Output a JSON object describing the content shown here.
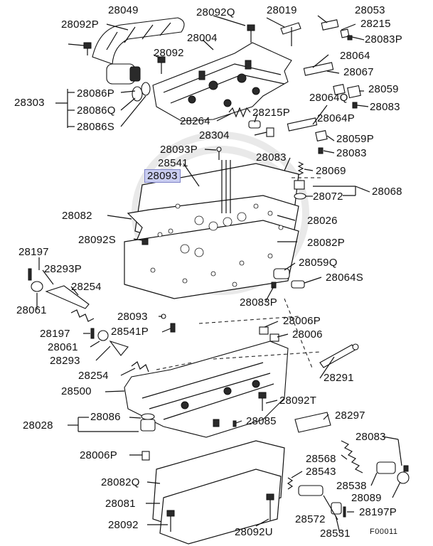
{
  "highlight_color": "#c9cdf0",
  "figure_code": "F00011",
  "labels": {
    "l28049": "28049",
    "l28092P": "28092P",
    "l28092Q": "28092Q",
    "l28019": "28019",
    "l28053": "28053",
    "l28215": "28215",
    "l28083P_a": "28083P",
    "l28004": "28004",
    "l28092": "28092",
    "l28064": "28064",
    "l28067": "28067",
    "l28303": "28303",
    "l28086P": "28086P",
    "l28086Q": "28086Q",
    "l28086S": "28086S",
    "l28064Q": "28064Q",
    "l28059": "28059",
    "l28083_a": "28083",
    "l28215P": "28215P",
    "l28264": "28264",
    "l28064P": "28064P",
    "l28304": "28304",
    "l28059P": "28059P",
    "l28093P": "28093P",
    "l28083_b": "28083",
    "l28541": "28541",
    "l28083_c": "28083",
    "l28069": "28069",
    "l28093_hl": "28093",
    "l28072": "28072",
    "l28068": "28068",
    "l28082": "28082",
    "l28026": "28026",
    "l28092S": "28092S",
    "l28082P": "28082P",
    "l28197_a": "28197",
    "l28293P": "28293P",
    "l28059Q": "28059Q",
    "l28064S": "28064S",
    "l28254_a": "28254",
    "l28061_a": "28061",
    "l28083P_b": "28083P",
    "l28093_b": "28093",
    "l28006P_a": "28006P",
    "l28197_b": "28197",
    "l28541P": "28541P",
    "l28006": "28006",
    "l28061_b": "28061",
    "l28293": "28293",
    "l28291": "28291",
    "l28254_b": "28254",
    "l28500": "28500",
    "l28092T": "28092T",
    "l28297": "28297",
    "l28028": "28028",
    "l28086": "28086",
    "l28085": "28085",
    "l28083_d": "28083",
    "l28006P_b": "28006P",
    "l28568": "28568",
    "l28082Q": "28082Q",
    "l28543": "28543",
    "l28538": "28538",
    "l28089": "28089",
    "l28081": "28081",
    "l28572": "28572",
    "l28197P": "28197P",
    "l28092_b": "28092",
    "l28092U": "28092U",
    "l28531": "28531"
  }
}
